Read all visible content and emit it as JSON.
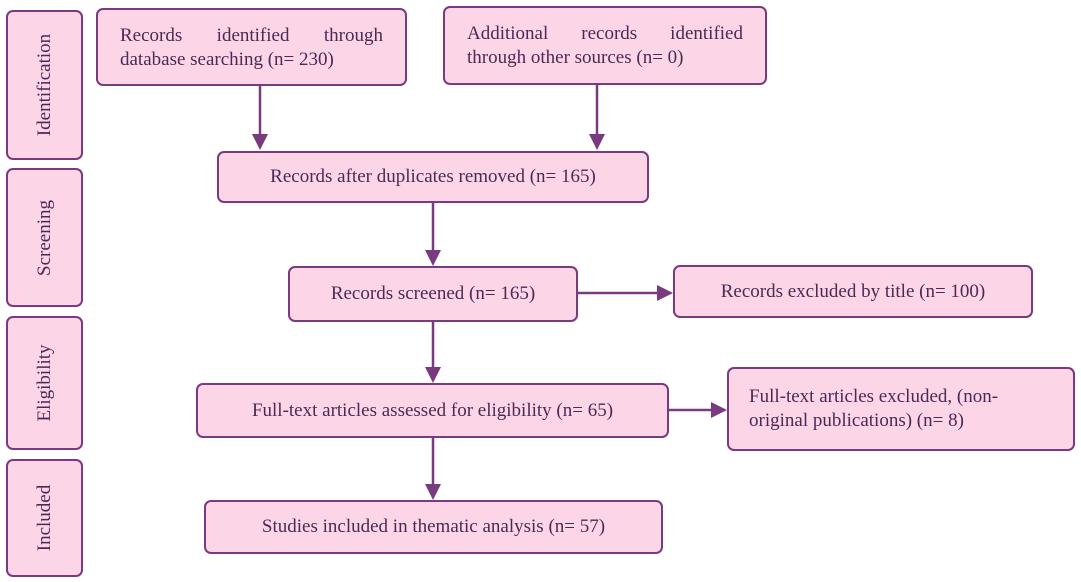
{
  "stages": {
    "identification": "Identification",
    "screening": "Screening",
    "eligibility": "Eligibility",
    "included": "Included"
  },
  "boxes": {
    "database_search": "Records identified through database searching (n= 230)",
    "other_sources": "Additional records identified through other sources (n= 0)",
    "after_duplicates": "Records after duplicates removed (n= 165)",
    "screened": "Records screened (n= 165)",
    "excluded_title": "Records excluded by title (n= 100)",
    "fulltext_assessed": "Full-text articles assessed for eligibility (n= 65)",
    "fulltext_excluded_line1": "Full-text articles excluded, (non-",
    "fulltext_excluded_line2": "original publications) (n= 8)",
    "included_studies": "Studies included in thematic analysis (n= 57)"
  },
  "colors": {
    "box_fill": "#fcd6e6",
    "border": "#7a3a80",
    "arrow": "#7a3a80",
    "text": "#4a2a55"
  }
}
